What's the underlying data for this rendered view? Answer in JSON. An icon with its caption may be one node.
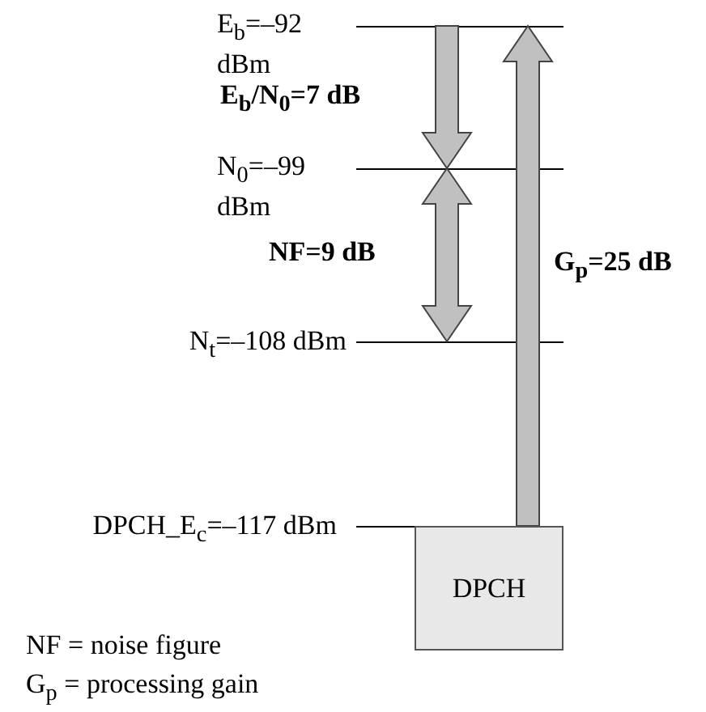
{
  "diagram": {
    "nodes": [
      {
        "text": [],
        "shape": "bar",
        "beside": [
          "E$_{b}$=–92 dBm"
        ]
      },
      {
        "text": [],
        "shape": "bar",
        "beside": [
          "N$_{0}$=–99 dBm"
        ]
      },
      {
        "text": [],
        "shape": "bar",
        "beside": [
          "N$_{t}$=–108 dBm"
        ]
      },
      {
        "text": [],
        "shape": "bar",
        "beside": [
          "DPCH_E$_{c}$=–117 dBm"
        ]
      },
      {
        "text": [
          "DPCH"
        ]
      }
    ],
    "edges": [
      {
        "from": 0,
        "to": 1,
        "arrow": "to",
        "label": "E$_{b}$/N$_{0}$=7 dB",
        "style": "thick"
      },
      {
        "from": 1,
        "to": 2,
        "arrow": "both",
        "label": "NF=9 dB",
        "style": "thick"
      },
      {
        "from": 4,
        "to": 0,
        "arrow": "to",
        "label": "G$_{p}$=25 dB",
        "style": "thick"
      }
    ],
    "labels": [
      "NF = noise figure",
      "G$_{p}$ = processing gain"
    ]
  }
}
